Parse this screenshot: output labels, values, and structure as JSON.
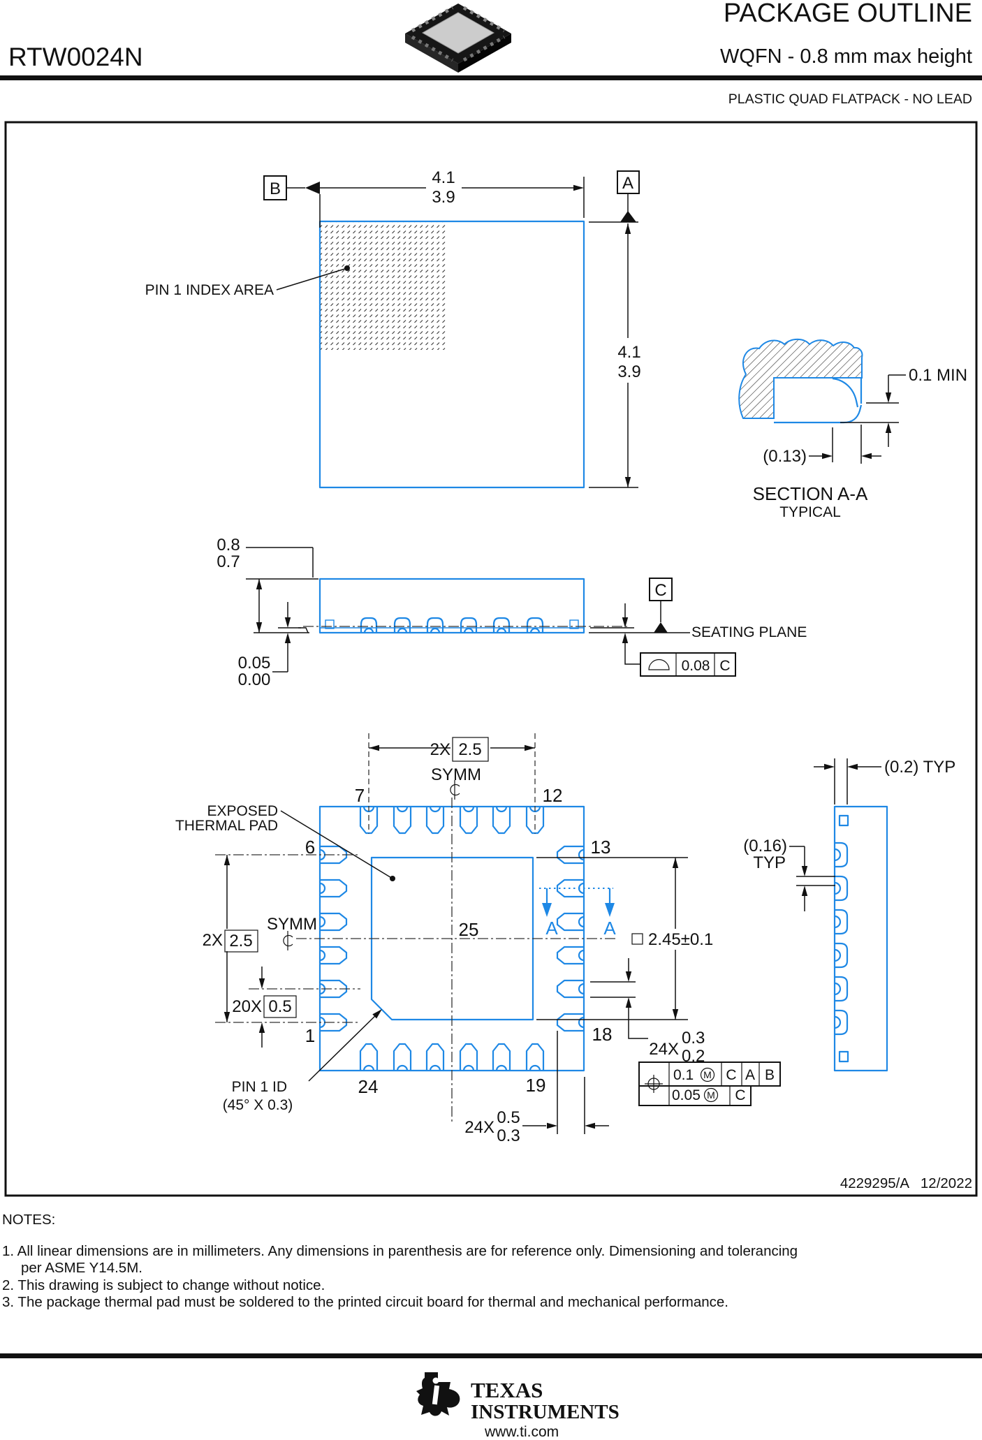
{
  "colors": {
    "outline_blue": "#1E88E5",
    "line_black": "#111111"
  },
  "header": {
    "doc_title": "PACKAGE OUTLINE",
    "part_number": "RTW0024N",
    "package_title": "WQFN - 0.8 mm max height",
    "package_subtitle": "PLASTIC QUAD FLATPACK - NO LEAD"
  },
  "top_view": {
    "datum_a": "A",
    "datum_b": "B",
    "width_max": "4.1",
    "width_min": "3.9",
    "height_max": "4.1",
    "height_min": "3.9",
    "pin1_index_label": "PIN 1 INDEX AREA"
  },
  "section_aa": {
    "min_dim": "0.1 MIN",
    "ref_dim": "(0.13)",
    "title": "SECTION A-A",
    "subtitle": "TYPICAL"
  },
  "side_view": {
    "height_max": "0.8",
    "height_min": "0.7",
    "standoff_max": "0.05",
    "standoff_min": "0.00",
    "datum_c": "C",
    "seating_plane_label": "SEATING PLANE",
    "flatness_tol": "0.08",
    "flatness_datum": "C"
  },
  "bottom_view": {
    "span_top_qty": "2X",
    "span_top_val": "2.5",
    "span_left_qty": "2X",
    "span_left_val": "2.5",
    "pitch_qty": "20X",
    "pitch_val": "0.5",
    "symm_top": "SYMM",
    "symm_left": "SYMM",
    "exposed_line1": "EXPOSED",
    "exposed_line2": "THERMAL PAD",
    "pad_size": "2.45±0.1",
    "pins": {
      "p1": "1",
      "p6": "6",
      "p7": "7",
      "p12": "12",
      "p13": "13",
      "p18": "18",
      "p19": "19",
      "p24": "24",
      "p25": "25"
    },
    "pin1_id": "PIN 1 ID",
    "pin1_id_detail": "(45° X 0.3)",
    "lead_len_qty": "24X",
    "lead_len_max": "0.5",
    "lead_len_min": "0.3",
    "lead_wid_qty": "24X",
    "lead_wid_max": "0.3",
    "lead_wid_min": "0.2",
    "section_label": "A",
    "fcf1": {
      "tol": "0.1",
      "mod": "M",
      "d1": "C",
      "d2": "A",
      "d3": "B"
    },
    "fcf2": {
      "tol": "0.05",
      "mod": "M",
      "d1": "C"
    }
  },
  "right_view": {
    "lead_protrusion": "(0.2) TYP",
    "gap_ref": "(0.16)",
    "gap_typ": "TYP"
  },
  "revision": {
    "drawing_number": "4229295/A",
    "date": "12/2022"
  },
  "notes": {
    "heading": "NOTES:",
    "line1": "1. All linear dimensions are in millimeters. Any dimensions in parenthesis are for reference only. Dimensioning and tolerancing",
    "line2": "per ASME Y14.5M.",
    "line3": "2. This drawing is subject to change without notice.",
    "line4": "3. The package thermal pad must be soldered to the printed circuit board for thermal and mechanical performance."
  },
  "footer": {
    "brand_line1": "TEXAS",
    "brand_line2": "INSTRUMENTS",
    "website": "www.ti.com"
  }
}
